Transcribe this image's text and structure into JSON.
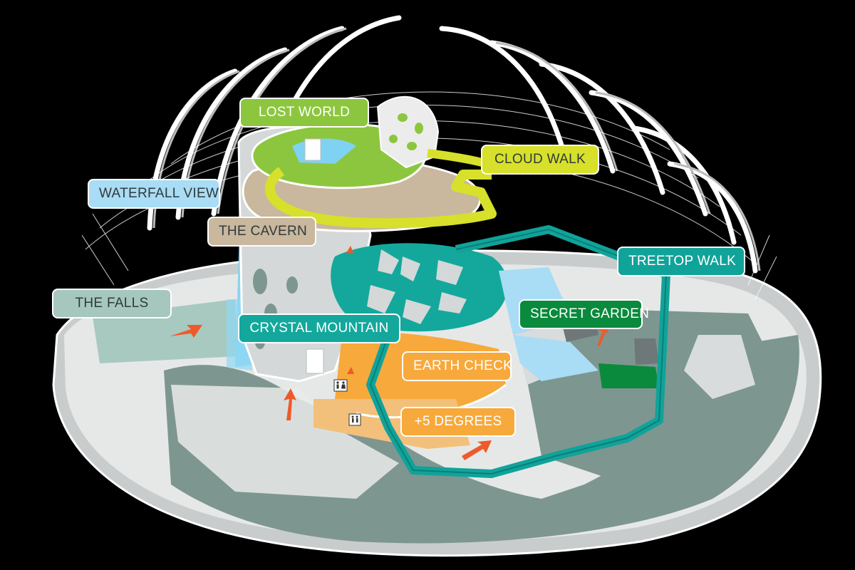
{
  "zones": [
    {
      "id": "lost-world",
      "label": "LOST WORLD",
      "color": "#8cc63f",
      "text": "light"
    },
    {
      "id": "cloud-walk",
      "label": "CLOUD WALK",
      "color": "#d7e02a",
      "text": "dark"
    },
    {
      "id": "waterfall-view",
      "label": "WATERFALL VIEW",
      "color": "#a9dcf5",
      "text": "dark"
    },
    {
      "id": "the-cavern",
      "label": "THE CAVERN",
      "color": "#c9b79e",
      "text": "dark"
    },
    {
      "id": "treetop-walk",
      "label": "TREETOP WALK",
      "color": "#10a39a",
      "text": "light"
    },
    {
      "id": "the-falls",
      "label": "THE FALLS",
      "color": "#a5c7be",
      "text": "dark"
    },
    {
      "id": "secret-garden",
      "label": "SECRET GARDEN",
      "color": "#0a8a3c",
      "text": "light"
    },
    {
      "id": "crystal-mountain",
      "label": "CRYSTAL MOUNTAIN",
      "color": "#14a89c",
      "text": "light"
    },
    {
      "id": "earth-check",
      "label": "EARTH CHECK",
      "color": "#f7a93b",
      "text": "light"
    },
    {
      "id": "plus-5-degrees",
      "label": "+5 DEGREES",
      "color": "#f7a93b",
      "text": "light"
    }
  ],
  "icons": [
    "restroom-icon",
    "direction-arrow-icon",
    "elevator-icon"
  ]
}
